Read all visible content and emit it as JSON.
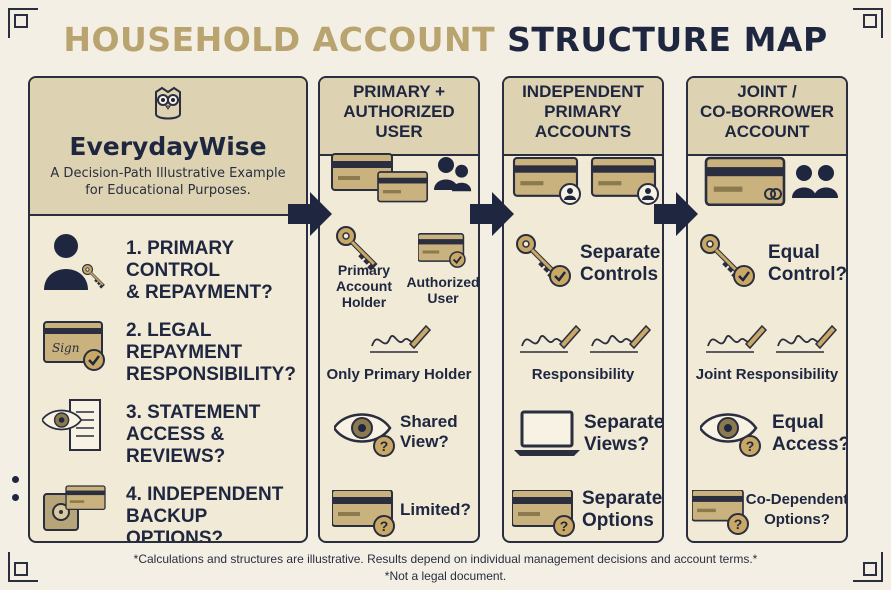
{
  "title": {
    "part1": "HOUSEHOLD ACCOUNT",
    "part2": "STRUCTURE MAP"
  },
  "brand": {
    "name": "EverydayWise",
    "subtitle_line1": "A Decision-Path Illustrative Example",
    "subtitle_line2": "for Educational Purposes."
  },
  "questions": [
    {
      "line1": "1. PRIMARY CONTROL",
      "line2": "& REPAYMENT?"
    },
    {
      "line1": "2. LEGAL REPAYMENT",
      "line2": "RESPONSIBILITY?"
    },
    {
      "line1": "3. STATEMENT",
      "line2": "ACCESS & REVIEWS?"
    },
    {
      "line1": "4. INDEPENDENT",
      "line2": "BACKUP OPTIONS?"
    }
  ],
  "columns": [
    {
      "header": [
        "PRIMARY +",
        "AUTHORIZED USER"
      ],
      "control_left": [
        "Primary",
        "Account",
        "Holder"
      ],
      "control_right": [
        "Authorized",
        "User"
      ],
      "responsibility": "Only Primary Holder",
      "access": [
        "Shared",
        "View?"
      ],
      "backup": "Limited?"
    },
    {
      "header": [
        "INDEPENDENT",
        "PRIMARY",
        "ACCOUNTS"
      ],
      "control": [
        "Separate",
        "Controls"
      ],
      "responsibility": "Responsibility",
      "access": [
        "Separate",
        "Views?"
      ],
      "backup": [
        "Separate",
        "Options"
      ]
    },
    {
      "header": [
        "JOINT /",
        "CO-BORROWER",
        "ACCOUNT"
      ],
      "control": [
        "Equal",
        "Control?"
      ],
      "responsibility": "Joint Responsibility",
      "access": [
        "Equal",
        "Access?"
      ],
      "backup": [
        "Co-Dependent",
        "Options?"
      ]
    }
  ],
  "sign_text": "Sign",
  "footer": {
    "line1": "*Calculations and structures are illustrative. Results depend on individual management decisions and account terms.*",
    "line2": "*Not a legal document."
  },
  "colors": {
    "navy": "#1f2640",
    "gold": "#b9a46f",
    "panel": "#f0ead6",
    "header": "#ddd3b2"
  },
  "icons": [
    "owl-icon",
    "person-key-icon",
    "signed-card-check-icon",
    "eye-document-icon",
    "safe-card-icon",
    "card-icon",
    "people-icon",
    "key-icon",
    "card-check-icon",
    "signature-pen-icon",
    "eye-question-icon",
    "card-question-icon",
    "key-check-icon",
    "laptop-icon",
    "card-person-icon",
    "arrow-right-icon"
  ]
}
